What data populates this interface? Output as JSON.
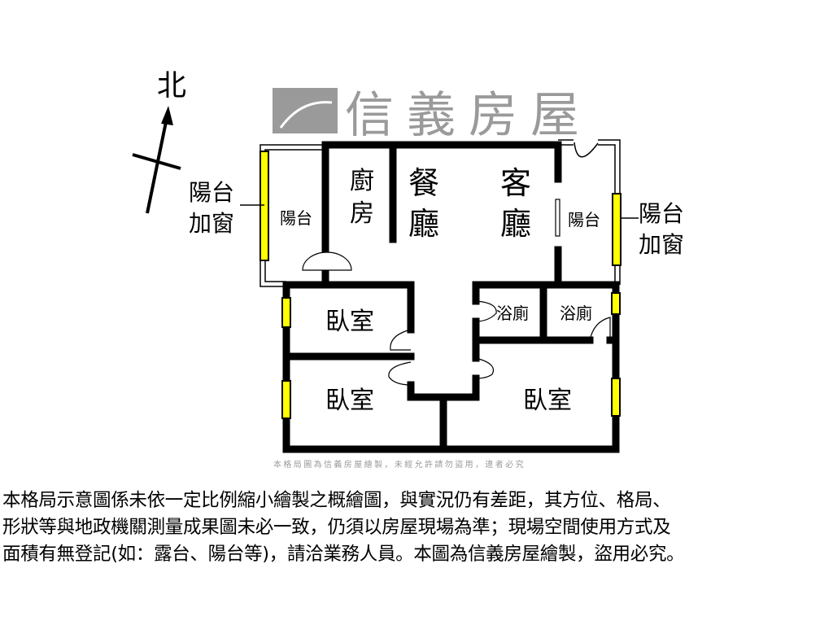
{
  "compass": {
    "north_label": "北"
  },
  "rooms": {
    "balcony_left": "陽台",
    "kitchen_1": "廚",
    "kitchen_2": "房",
    "dining_1": "餐",
    "dining_2": "廳",
    "living_1": "客",
    "living_2": "廳",
    "balcony_right": "陽台",
    "bedroom_1": "臥室",
    "bedroom_2": "臥室",
    "bedroom_3": "臥室",
    "bath_1": "浴廁",
    "bath_2": "浴廁"
  },
  "callouts": {
    "left_1": "陽台",
    "left_2": "加窗",
    "right_1": "陽台",
    "right_2": "加窗"
  },
  "watermark": {
    "brand": "信義房屋",
    "notice": "本格局圖為信義房屋繪製，未經允許請勿盜用，違者必究"
  },
  "disclaimer": [
    "本格局示意圖係未依一定比例縮小繪製之概繪圖，與實況仍有差距，其方位、格局、",
    "形狀等與地政機關測量成果圖未必一致，仍須以房屋現場為準；現場空間使用方式及",
    "面積有無登記(如：露台、陽台等)，請洽業務人員。本圖為信義房屋繪製，盜用必究。"
  ],
  "colors": {
    "wall": "#000000",
    "window": "#ffff00",
    "watermark": "#9a9a9a"
  }
}
